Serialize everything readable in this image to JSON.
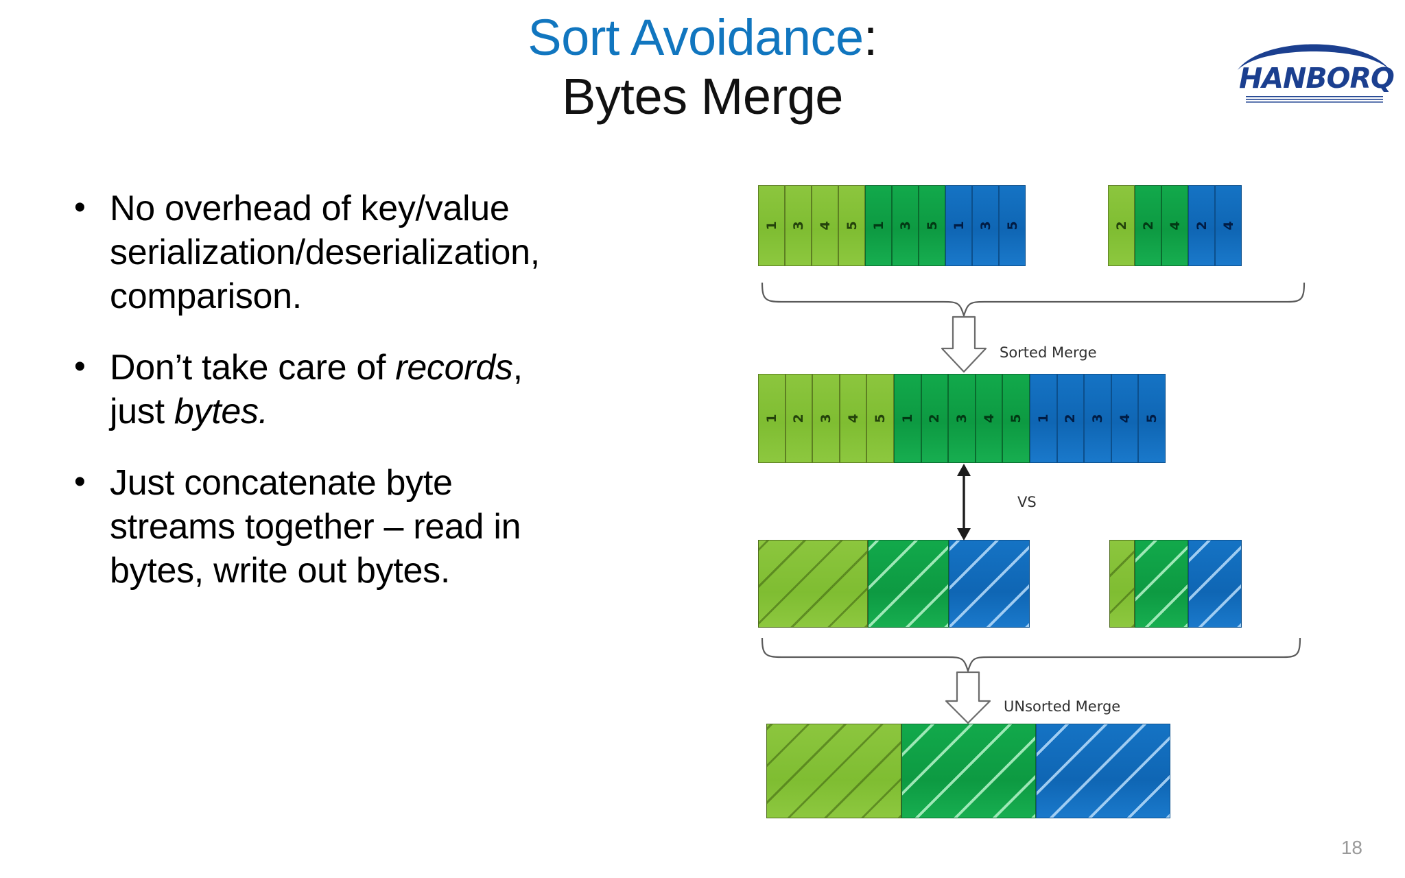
{
  "slide": {
    "title_primary": "Sort Avoidance",
    "title_colon": ":",
    "title_secondary": "Bytes Merge",
    "page_number": "18",
    "accent_color": "#1176bf"
  },
  "logo": {
    "text": "HANBORQ",
    "color": "#1b3f8f"
  },
  "bullets": [
    {
      "marker": "•",
      "segments": [
        {
          "text": "No overhead of key/value serialization/deserialization, comparison.",
          "italic": false
        }
      ]
    },
    {
      "marker": "•",
      "segments": [
        {
          "text": "Don’t take care of ",
          "italic": false
        },
        {
          "text": "records",
          "italic": true
        },
        {
          "text": ", just ",
          "italic": false
        },
        {
          "text": "bytes.",
          "italic": true
        }
      ]
    },
    {
      "marker": "•",
      "segments": [
        {
          "text": "Just concatenate byte streams together – read in bytes, write out bytes.",
          "italic": false
        }
      ]
    }
  ],
  "diagram": {
    "labels": {
      "sorted_merge": "Sorted Merge",
      "vs": "VS",
      "unsorted_merge": "UNsorted Merge"
    },
    "colors": {
      "light_green": "#8cc63e",
      "green": "#12a94b",
      "blue": "#1573c4"
    },
    "input_row": {
      "group_a": [
        {
          "color": "light_green",
          "label": "1"
        },
        {
          "color": "light_green",
          "label": "3"
        },
        {
          "color": "light_green",
          "label": "4"
        },
        {
          "color": "light_green",
          "label": "5"
        },
        {
          "color": "green",
          "label": "1"
        },
        {
          "color": "green",
          "label": "3"
        },
        {
          "color": "green",
          "label": "5"
        },
        {
          "color": "blue",
          "label": "1"
        },
        {
          "color": "blue",
          "label": "3"
        },
        {
          "color": "blue",
          "label": "5"
        }
      ],
      "group_b": [
        {
          "color": "light_green",
          "label": "2"
        },
        {
          "color": "green",
          "label": "2"
        },
        {
          "color": "green",
          "label": "4"
        },
        {
          "color": "blue",
          "label": "2"
        },
        {
          "color": "blue",
          "label": "4"
        }
      ]
    },
    "sorted_output_row": [
      {
        "color": "light_green",
        "label": "1"
      },
      {
        "color": "light_green",
        "label": "2"
      },
      {
        "color": "light_green",
        "label": "3"
      },
      {
        "color": "light_green",
        "label": "4"
      },
      {
        "color": "light_green",
        "label": "5"
      },
      {
        "color": "green",
        "label": "1"
      },
      {
        "color": "green",
        "label": "2"
      },
      {
        "color": "green",
        "label": "3"
      },
      {
        "color": "green",
        "label": "4"
      },
      {
        "color": "green",
        "label": "5"
      },
      {
        "color": "blue",
        "label": "1"
      },
      {
        "color": "blue",
        "label": "2"
      },
      {
        "color": "blue",
        "label": "3"
      },
      {
        "color": "blue",
        "label": "4"
      },
      {
        "color": "blue",
        "label": "5"
      }
    ],
    "bytes_row": {
      "group_a": [
        {
          "color": "light_green",
          "width": 160
        },
        {
          "color": "green",
          "width": 118
        },
        {
          "color": "blue",
          "width": 118
        }
      ],
      "group_b": [
        {
          "color": "light_green",
          "width": 37
        },
        {
          "color": "green",
          "width": 78
        },
        {
          "color": "blue",
          "width": 78
        }
      ]
    },
    "bytes_output_row": [
      {
        "color": "light_green",
        "width": 197
      },
      {
        "color": "green",
        "width": 196
      },
      {
        "color": "blue",
        "width": 196
      }
    ]
  }
}
